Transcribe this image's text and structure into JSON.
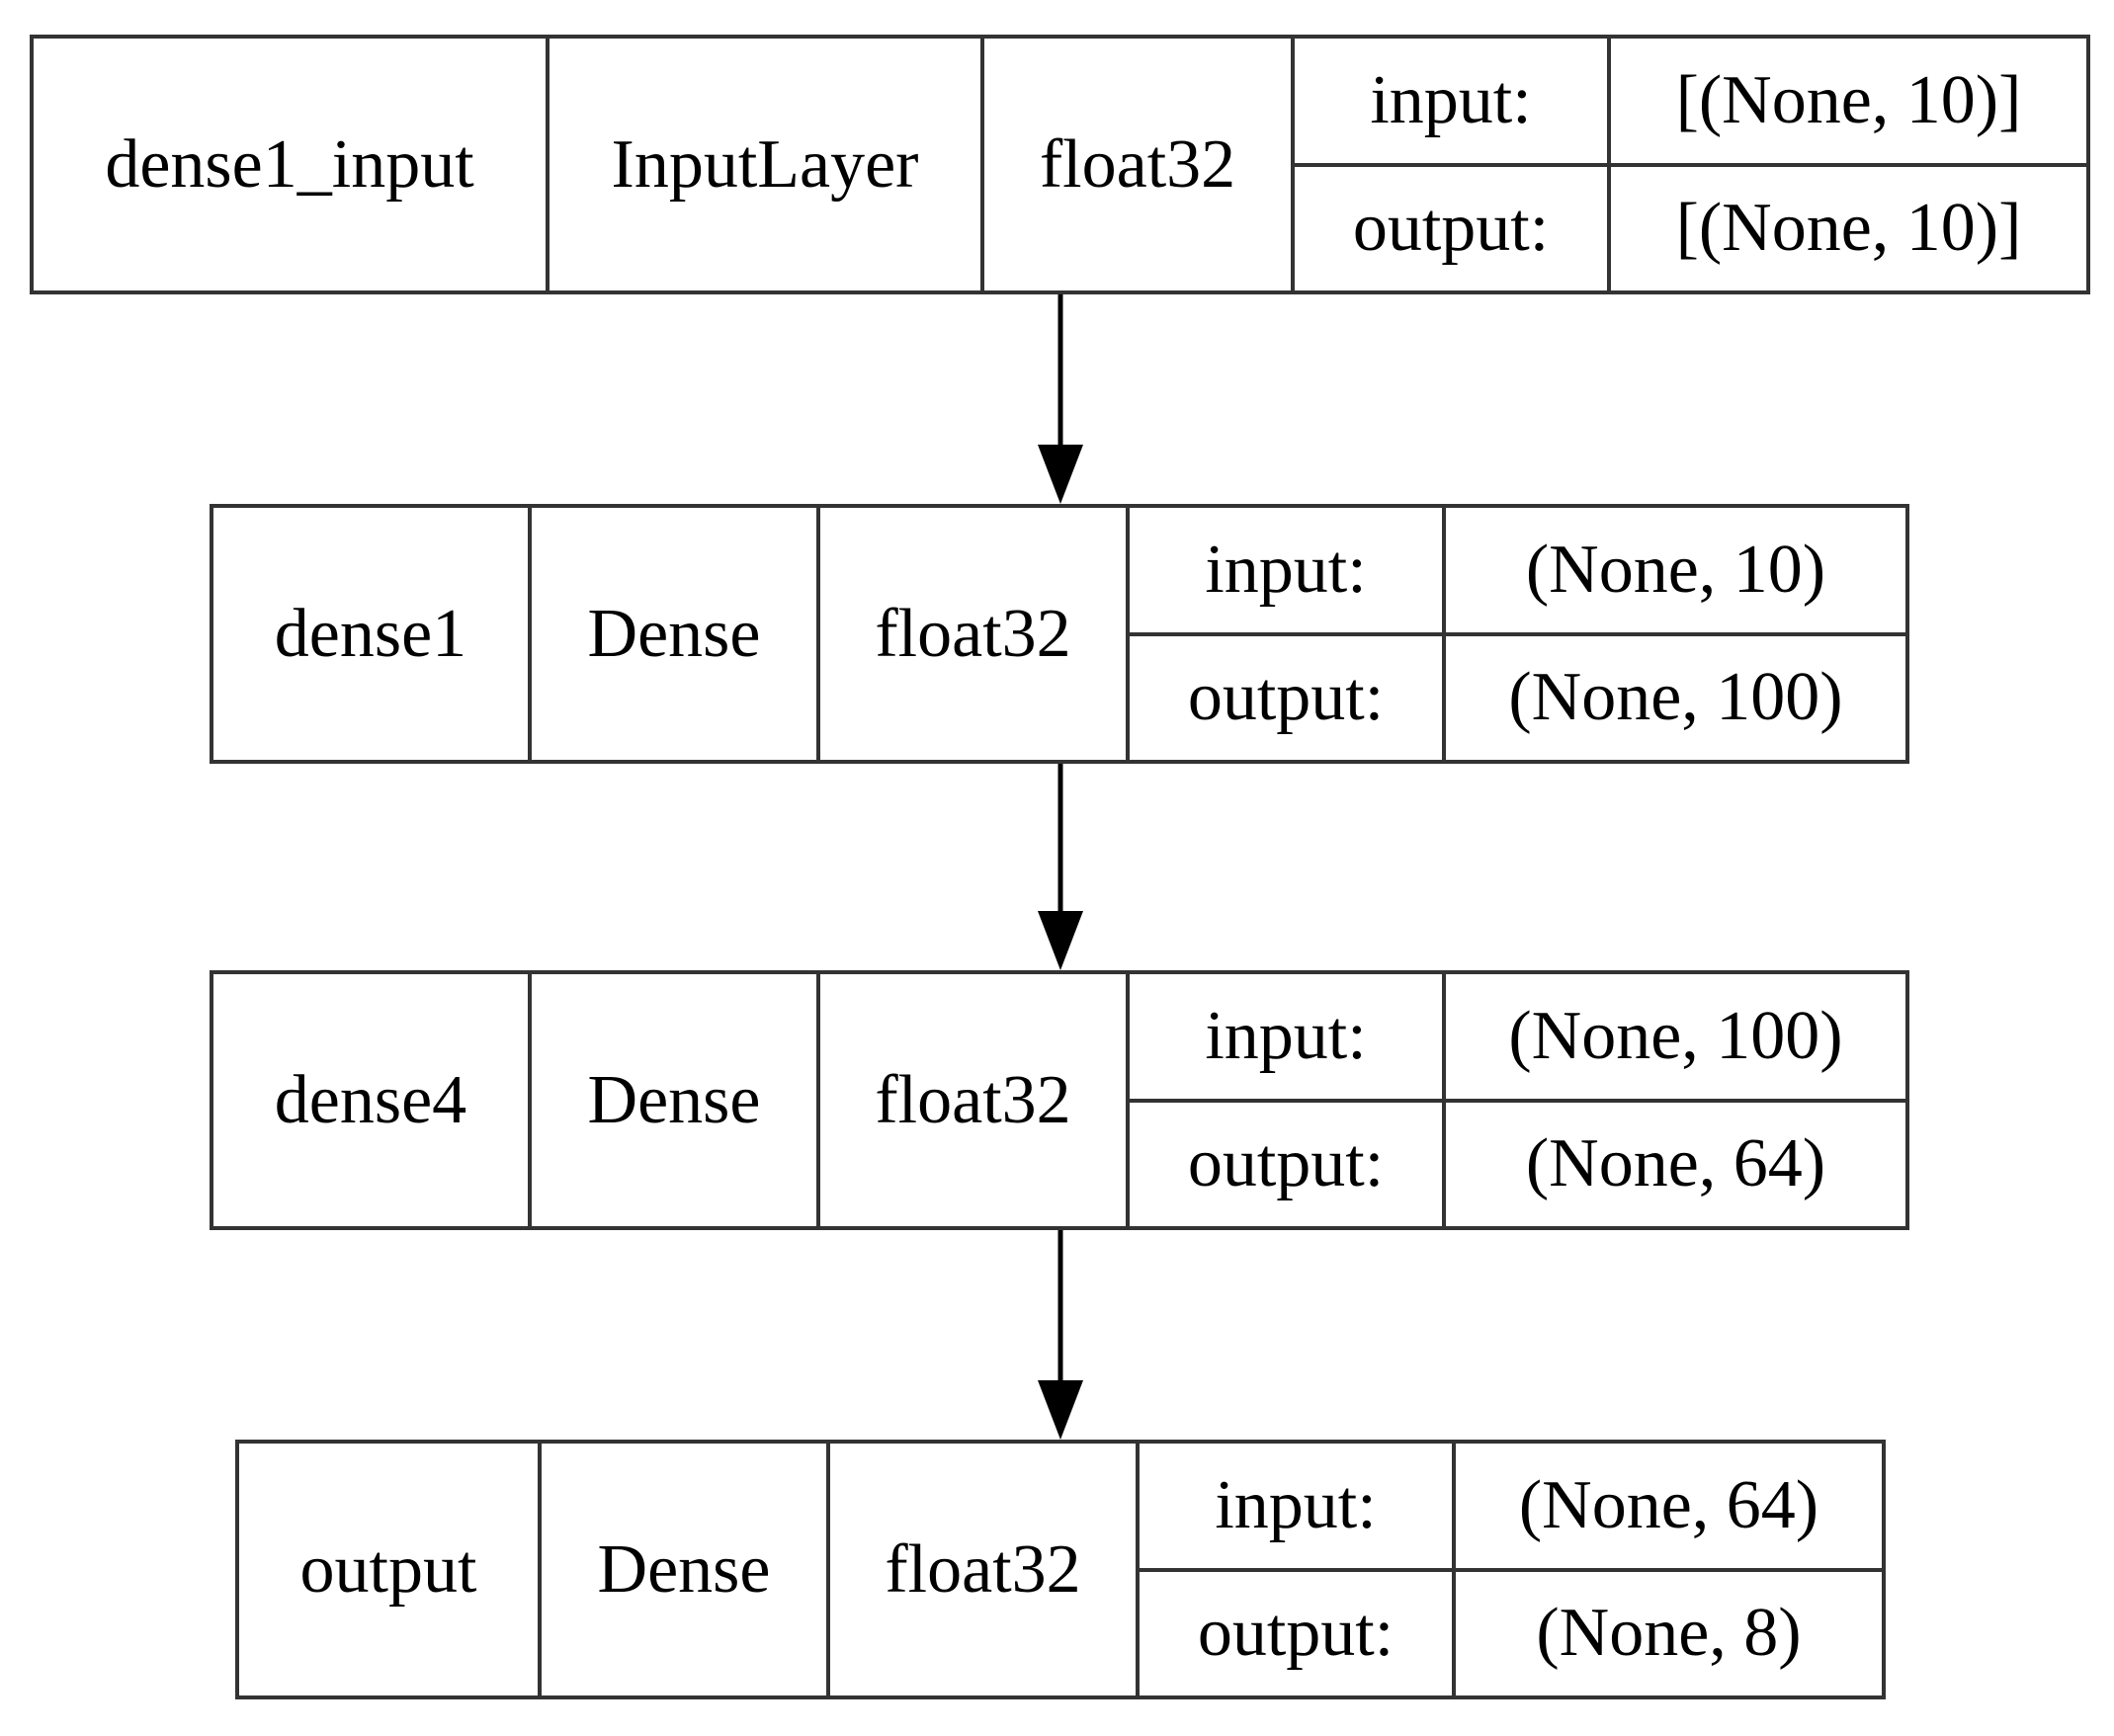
{
  "layers": [
    {
      "name": "dense1_input",
      "type": "InputLayer",
      "dtype": "float32",
      "input_label": "input:",
      "input_shape": "[(None, 10)]",
      "output_label": "output:",
      "output_shape": "[(None, 10)]"
    },
    {
      "name": "dense1",
      "type": "Dense",
      "dtype": "float32",
      "input_label": "input:",
      "input_shape": "(None, 10)",
      "output_label": "output:",
      "output_shape": "(None, 100)"
    },
    {
      "name": "dense4",
      "type": "Dense",
      "dtype": "float32",
      "input_label": "input:",
      "input_shape": "(None, 100)",
      "output_label": "output:",
      "output_shape": "(None, 64)"
    },
    {
      "name": "output",
      "type": "Dense",
      "dtype": "float32",
      "input_label": "input:",
      "input_shape": "(None, 64)",
      "output_label": "output:",
      "output_shape": "(None, 8)"
    }
  ],
  "edges": [
    {
      "from": "dense1_input",
      "to": "dense1"
    },
    {
      "from": "dense1",
      "to": "dense4"
    },
    {
      "from": "dense4",
      "to": "output"
    }
  ]
}
